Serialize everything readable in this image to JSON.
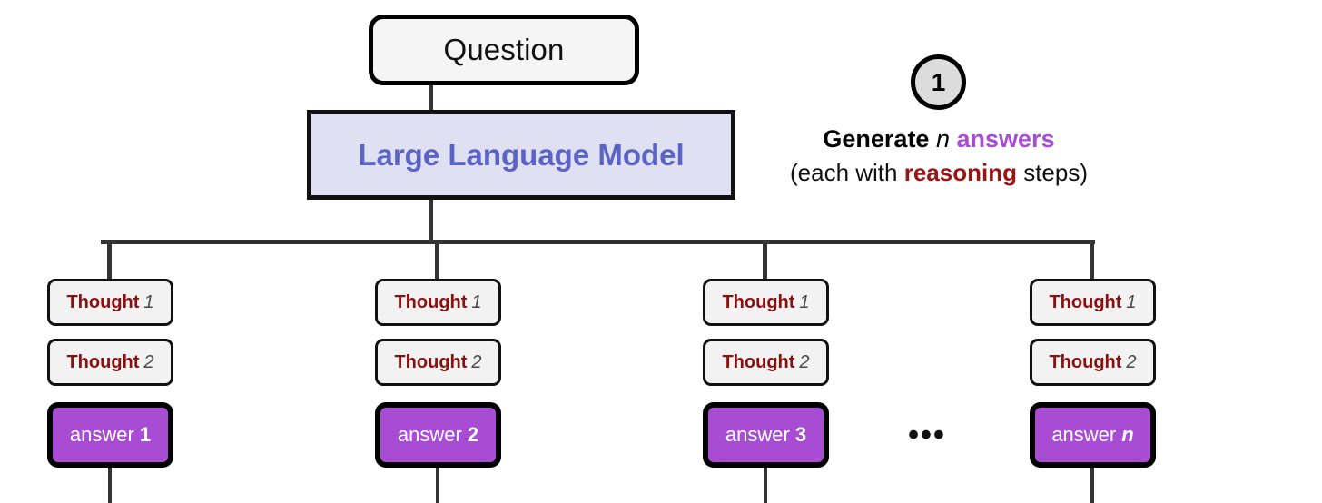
{
  "diagram": {
    "title": "LLM self-consistency / sampling step 1",
    "question_box": {
      "label": "Question"
    },
    "llm_box": {
      "label": "Large Language Model"
    },
    "annotation": {
      "step_number": "1",
      "line1": {
        "generate": "Generate",
        "n": "n",
        "answers": "answers"
      },
      "line2": {
        "prefix": "(each with",
        "reasoning": "reasoning",
        "suffix": "steps)"
      }
    },
    "ellipsis": "•••",
    "branches": [
      {
        "thoughts": [
          {
            "word": "Thought",
            "num": "1"
          },
          {
            "word": "Thought",
            "num": "2"
          }
        ],
        "answer": {
          "word": "answer",
          "num": "1",
          "italic_num": false
        }
      },
      {
        "thoughts": [
          {
            "word": "Thought",
            "num": "1"
          },
          {
            "word": "Thought",
            "num": "2"
          }
        ],
        "answer": {
          "word": "answer",
          "num": "2",
          "italic_num": false
        }
      },
      {
        "thoughts": [
          {
            "word": "Thought",
            "num": "1"
          },
          {
            "word": "Thought",
            "num": "2"
          }
        ],
        "answer": {
          "word": "answer",
          "num": "3",
          "italic_num": false
        }
      },
      {
        "thoughts": [
          {
            "word": "Thought",
            "num": "1"
          },
          {
            "word": "Thought",
            "num": "2"
          }
        ],
        "answer": {
          "word": "answer",
          "num": "n",
          "italic_num": true
        }
      }
    ],
    "colors": {
      "question_fill": "#f5f5f5",
      "llm_fill": "#dfe1f2",
      "llm_text": "#5b63c4",
      "thought_fill": "#f2f2f2",
      "thought_text": "#8b1111",
      "thought_num": "#4a4a4a",
      "answer_fill": "#a94cd4",
      "answer_text": "#ffffff",
      "badge_fill": "#dcdcdc",
      "accent_purple": "#a94cd4",
      "accent_darkred": "#9c1515",
      "connector": "#333333",
      "border": "#000000"
    }
  }
}
